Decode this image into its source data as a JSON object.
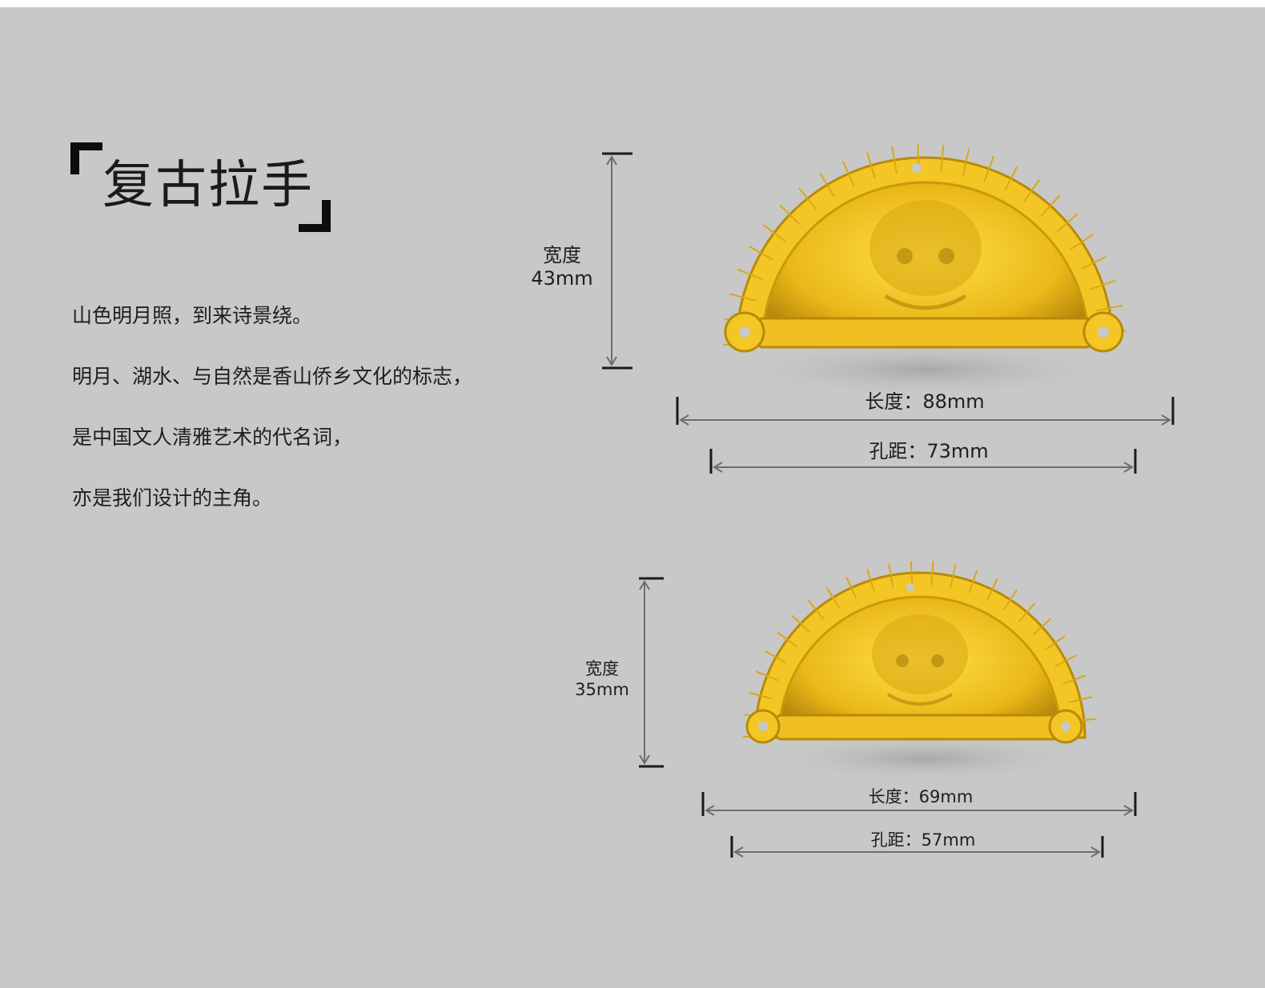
{
  "title": "复古拉手",
  "poem": [
    "山色明月照，到来诗景绕。",
    "明月、湖水、与自然是香山侨乡文化的标志，",
    "是中国文人清雅艺术的代名词，",
    "亦是我们设计的主角。"
  ],
  "large": {
    "width_label": "宽度",
    "width_value": "43mm",
    "length_label": "长度：88mm",
    "hole_label": "孔距：73mm"
  },
  "small": {
    "width_label": "宽度",
    "width_value": "35mm",
    "length_label": "长度：69mm",
    "hole_label": "孔距：57mm"
  },
  "colors": {
    "background": "#c8c8c8",
    "brass": "#e6b619",
    "dimension_line": "#6e6e6e"
  }
}
